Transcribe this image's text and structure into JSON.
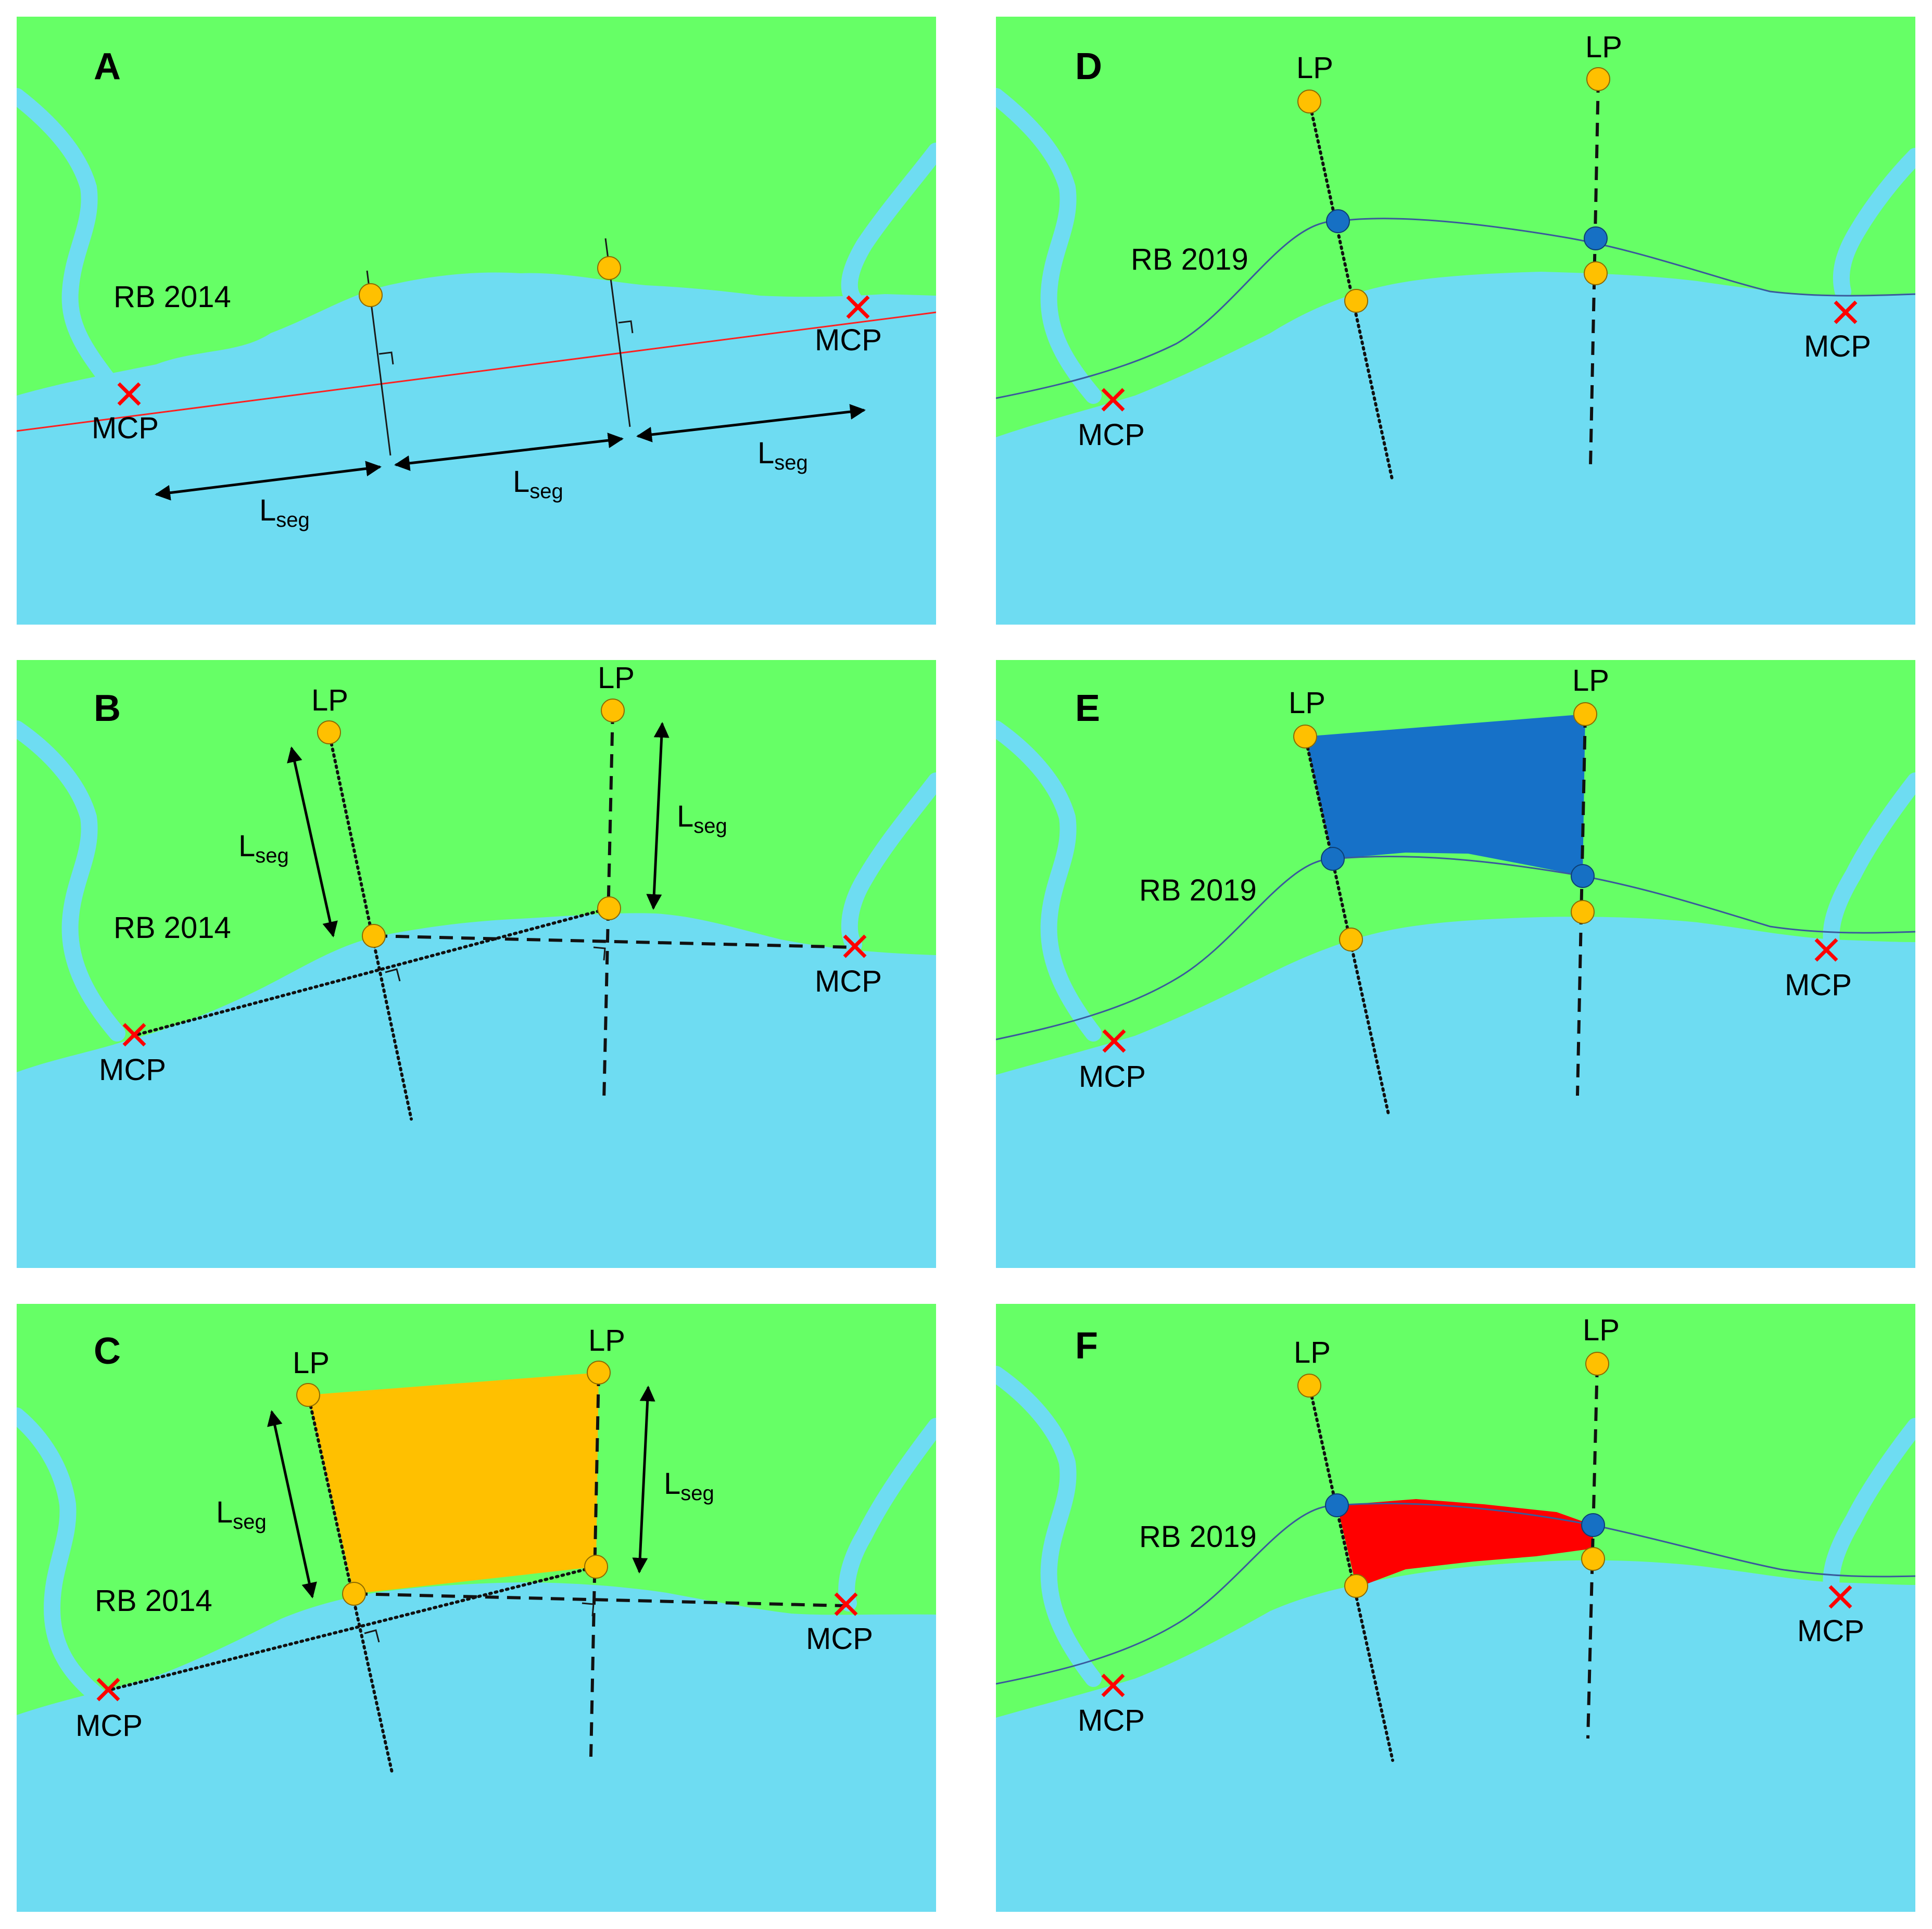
{
  "colors": {
    "land": "#66FF66",
    "water": "#6EDCF2",
    "marker": "#FFC000",
    "marker_stroke": "#8C6A00",
    "blue_point": "#1670C4",
    "cross": "#FF0000",
    "baseline_red": "#FF2020",
    "shoreline_2019": "#3A5A9C",
    "fill_gain": "#FFC000",
    "fill_blue": "#1671C8",
    "fill_red": "#FF0000"
  },
  "labels": {
    "mcp": "MCP",
    "lp": "LP",
    "l": "L",
    "seg": "seg",
    "rb2014": "RB 2014",
    "rb2019": "RB 2019"
  },
  "panels": [
    {
      "id": "A",
      "letter": "A"
    },
    {
      "id": "B",
      "letter": "B"
    },
    {
      "id": "C",
      "letter": "C"
    },
    {
      "id": "D",
      "letter": "D"
    },
    {
      "id": "E",
      "letter": "E"
    },
    {
      "id": "F",
      "letter": "F"
    }
  ]
}
